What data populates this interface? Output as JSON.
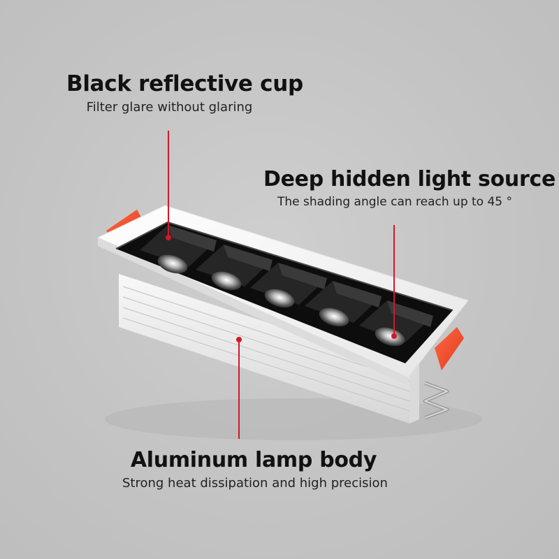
{
  "callouts": {
    "cup": {
      "title": "Black reflective cup",
      "subtitle": "Filter glare without glaring"
    },
    "source": {
      "title": "Deep hidden light source",
      "subtitle": "The shading angle can reach up to 45 °"
    },
    "body": {
      "title": "Aluminum lamp body",
      "subtitle": "Strong heat dissipation and high precision"
    }
  },
  "colors": {
    "background": "#c7c7c7",
    "pointer": "#d3182a",
    "clip": "#f04b2a",
    "housing": "#f4f4f4",
    "reflector": "#111111"
  },
  "product": {
    "reflector_count": 5
  }
}
